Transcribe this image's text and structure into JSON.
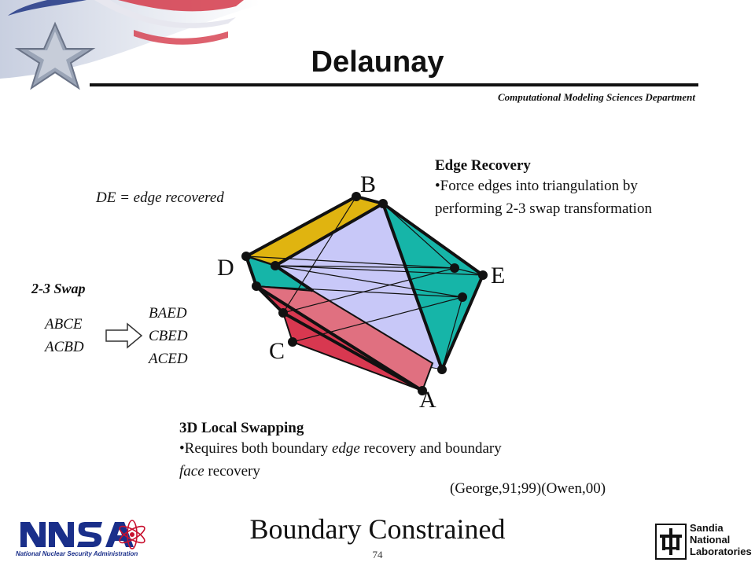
{
  "header": {
    "title": "Delaunay",
    "department": "Computational Modeling Sciences Department"
  },
  "edge_recovery": {
    "title": "Edge Recovery",
    "line1": "•Force edges into triangulation by",
    "line2": "performing 2-3 swap transformation"
  },
  "annotation": "DE = edge recovered",
  "swap": {
    "title": "2-3 Swap",
    "left": [
      "ABCE",
      "ACBD"
    ],
    "right": [
      "BAED",
      "CBED",
      "ACED"
    ]
  },
  "vertices": {
    "A": "A",
    "B": "B",
    "C": "C",
    "D": "D",
    "E": "E"
  },
  "local_swapping": {
    "title": "3D Local Swapping",
    "line1": "•Requires both boundary ",
    "line1_em": "edge",
    "line1_end": " recovery and boundary",
    "line2_em": "face",
    "line2_end": " recovery"
  },
  "citation": "(George,91;99)(Owen,00)",
  "footer": {
    "subtitle": "Boundary Constrained",
    "page": "74",
    "left_logo": "NNSA",
    "left_logo_caption": "National Nuclear Security Administration",
    "right_logo": [
      "Sandia",
      "National",
      "Laboratories"
    ]
  },
  "colors": {
    "yellow": "#e0b410",
    "teal": "#16b5a8",
    "lavender": "#c8c8f8",
    "red": "#d83850",
    "pink": "#e07080",
    "logo_blue": "#1a2f8a",
    "flag_red": "#c8102e"
  }
}
